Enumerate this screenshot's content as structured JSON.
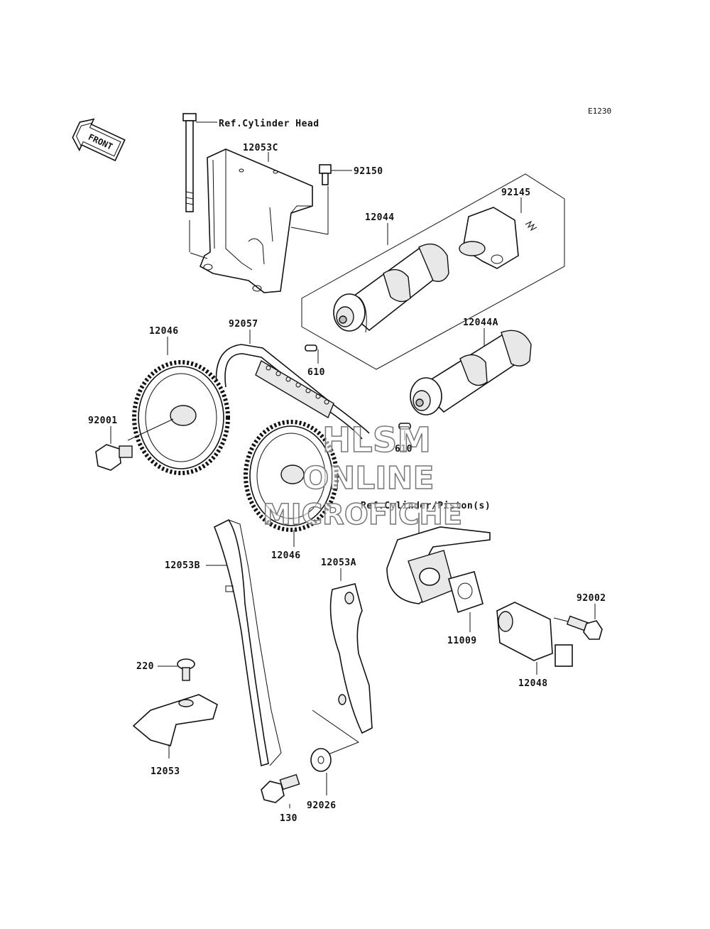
{
  "diagram_code": "E1230",
  "front_indicator": "FRONT",
  "references": {
    "cylinder_head": "Ref.Cylinder Head",
    "cylinder_piston": "Ref.Cylinder/Piston(s)"
  },
  "parts": {
    "p12053C": "12053C",
    "p92150": "92150",
    "p92145": "92145",
    "p12044": "12044",
    "p12046_upper": "12046",
    "p92057": "92057",
    "p12044A": "12044A",
    "p610_upper": "610",
    "p610_lower": "610",
    "p92001": "92001",
    "p12046_lower": "12046",
    "p12053B": "12053B",
    "p12053A": "12053A",
    "p92002": "92002",
    "p11009": "11009",
    "p12048": "12048",
    "p220": "220",
    "p12053": "12053",
    "p130": "130",
    "p92026": "92026"
  },
  "watermark": {
    "line1": "HLSM",
    "line2": "ONLINE",
    "line3": "MICROFICHE"
  }
}
